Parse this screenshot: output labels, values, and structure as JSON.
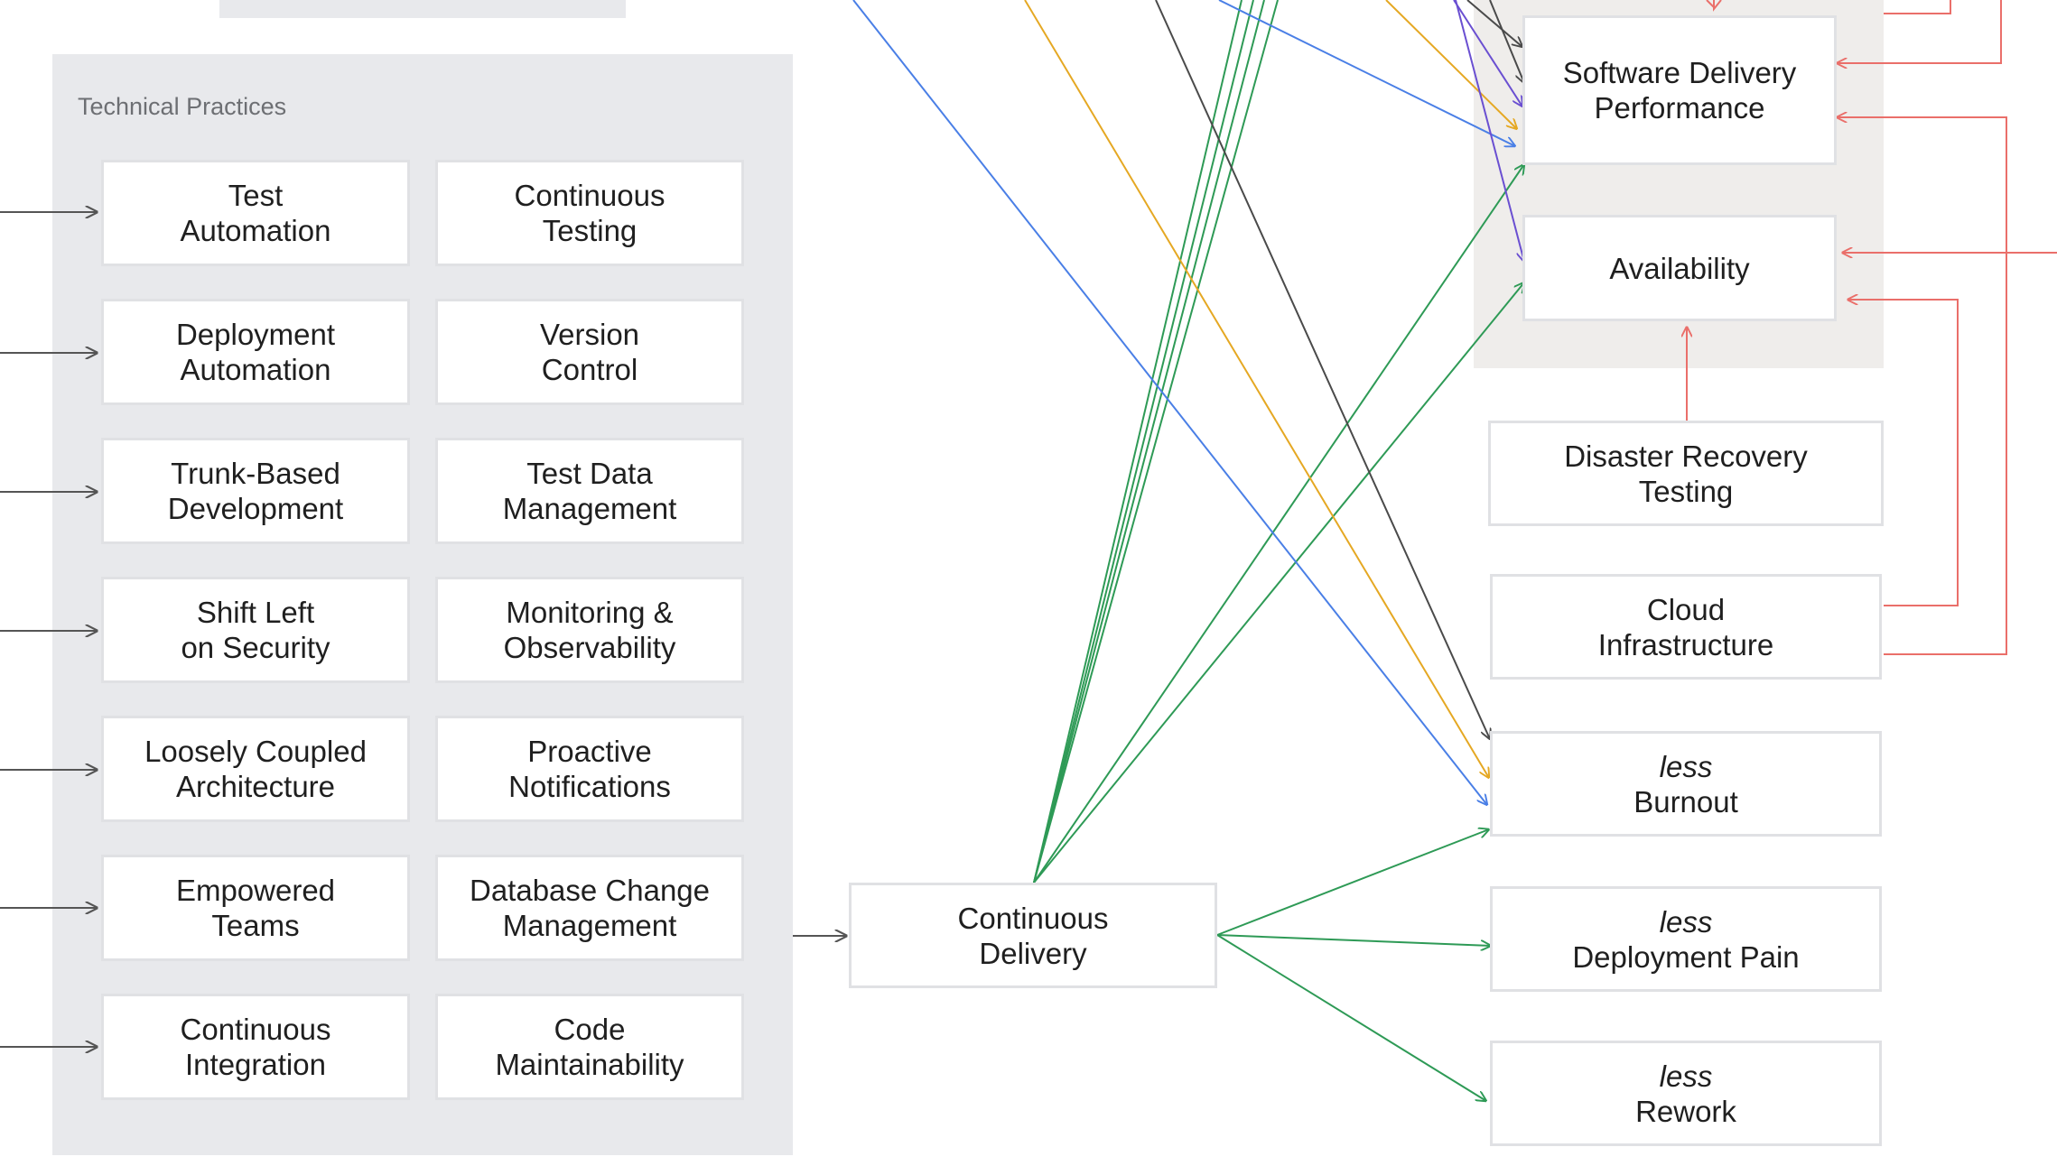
{
  "panel": {
    "title": "Technical Practices"
  },
  "practices": [
    {
      "line1": "Test",
      "line2": "Automation"
    },
    {
      "line1": "Continuous",
      "line2": "Testing"
    },
    {
      "line1": "Deployment",
      "line2": "Automation"
    },
    {
      "line1": "Version",
      "line2": "Control"
    },
    {
      "line1": "Trunk-Based",
      "line2": "Development"
    },
    {
      "line1": "Test Data",
      "line2": "Management"
    },
    {
      "line1": "Shift Left",
      "line2": "on Security"
    },
    {
      "line1": "Monitoring &",
      "line2": "Observability"
    },
    {
      "line1": "Loosely Coupled",
      "line2": "Architecture"
    },
    {
      "line1": "Proactive",
      "line2": "Notifications"
    },
    {
      "line1": "Empowered",
      "line2": "Teams"
    },
    {
      "line1": "Database Change",
      "line2": "Management"
    },
    {
      "line1": "Continuous",
      "line2": "Integration"
    },
    {
      "line1": "Code",
      "line2": "Maintainability"
    }
  ],
  "continuous_delivery": {
    "line1": "Continuous",
    "line2": "Delivery"
  },
  "outcomes": {
    "sdp": {
      "line1": "Software Delivery",
      "line2": "Performance"
    },
    "availability": {
      "line1": "Availability"
    },
    "drt": {
      "line1": "Disaster Recovery",
      "line2": "Testing"
    },
    "cloud": {
      "line1": "Cloud",
      "line2": "Infrastructure"
    },
    "burnout": {
      "qualifier": "less",
      "label": "Burnout"
    },
    "pain": {
      "qualifier": "less",
      "label": "Deployment Pain"
    },
    "rework": {
      "qualifier": "less",
      "label": "Rework"
    }
  },
  "colors": {
    "green": "#2e9a56",
    "blue": "#4a7fe6",
    "yellow": "#e5a823",
    "dark": "#4a4a4a",
    "purple": "#6a4fd1",
    "red": "#ea6f6a",
    "gray_arrow": "#555555"
  }
}
